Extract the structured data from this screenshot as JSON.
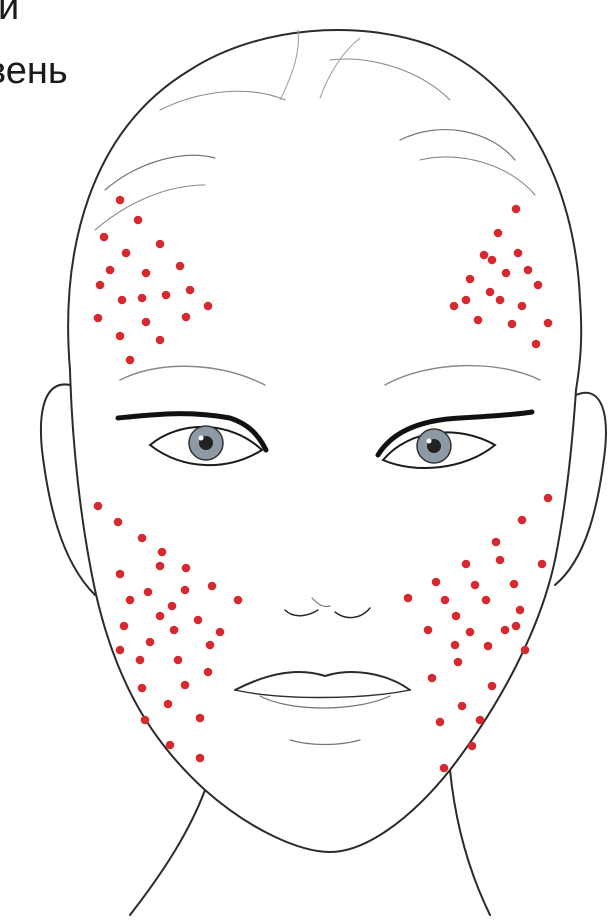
{
  "caption": {
    "line1": "и",
    "line2": "вень"
  },
  "colors": {
    "dot": "#d7272f",
    "line": "#2b2b2b",
    "iris": "#8e99a6"
  },
  "dot_groups": [
    {
      "name": "forehead-left",
      "count": 20
    },
    {
      "name": "forehead-right",
      "count": 18
    },
    {
      "name": "cheek-left",
      "count": 31
    },
    {
      "name": "cheek-right",
      "count": 29
    }
  ]
}
